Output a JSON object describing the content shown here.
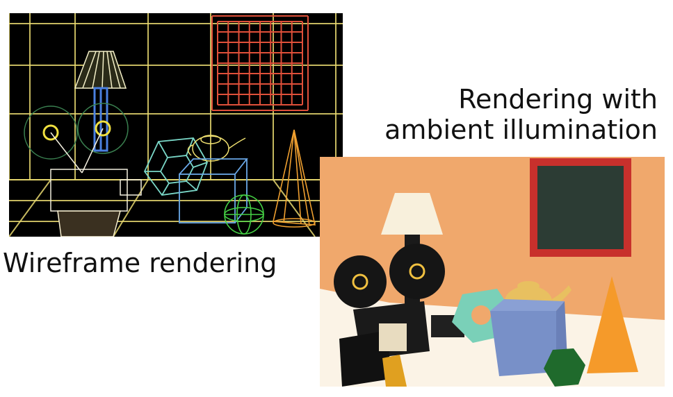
{
  "captions": {
    "wireframe": "Wireframe rendering",
    "ambient_line1": "Rendering with",
    "ambient_line2": "ambient illumination"
  },
  "colors": {
    "wire_background": "#000000",
    "wire_grid": "#e8d870",
    "wire_window": "#e0503a",
    "wire_torus": "#7ad8c8",
    "wire_cube": "#6aa8e8",
    "wire_ball": "#44d044",
    "wire_cone": "#f0a030",
    "ambient_wall": "#f0a86c",
    "ambient_floor": "#fbf3e6",
    "ambient_frame": "#c8302c",
    "ambient_window": "#2c3c34",
    "ambient_torus": "#7ad0b8",
    "ambient_cube": "#7890c8",
    "ambient_cone": "#f59a2a",
    "ambient_ball": "#1f6a2c",
    "ambient_lampshade": "#f8f0dc",
    "ambient_teapot": "#e8c060"
  },
  "images": [
    {
      "name": "wireframe-rendering-image",
      "objects": [
        "lamp",
        "window",
        "movie-camera",
        "torus",
        "teapot",
        "cube",
        "sphere",
        "cone",
        "grid"
      ]
    },
    {
      "name": "ambient-rendering-image",
      "objects": [
        "lamp",
        "window",
        "movie-camera",
        "torus",
        "teapot",
        "cube",
        "sphere",
        "cone"
      ]
    }
  ]
}
